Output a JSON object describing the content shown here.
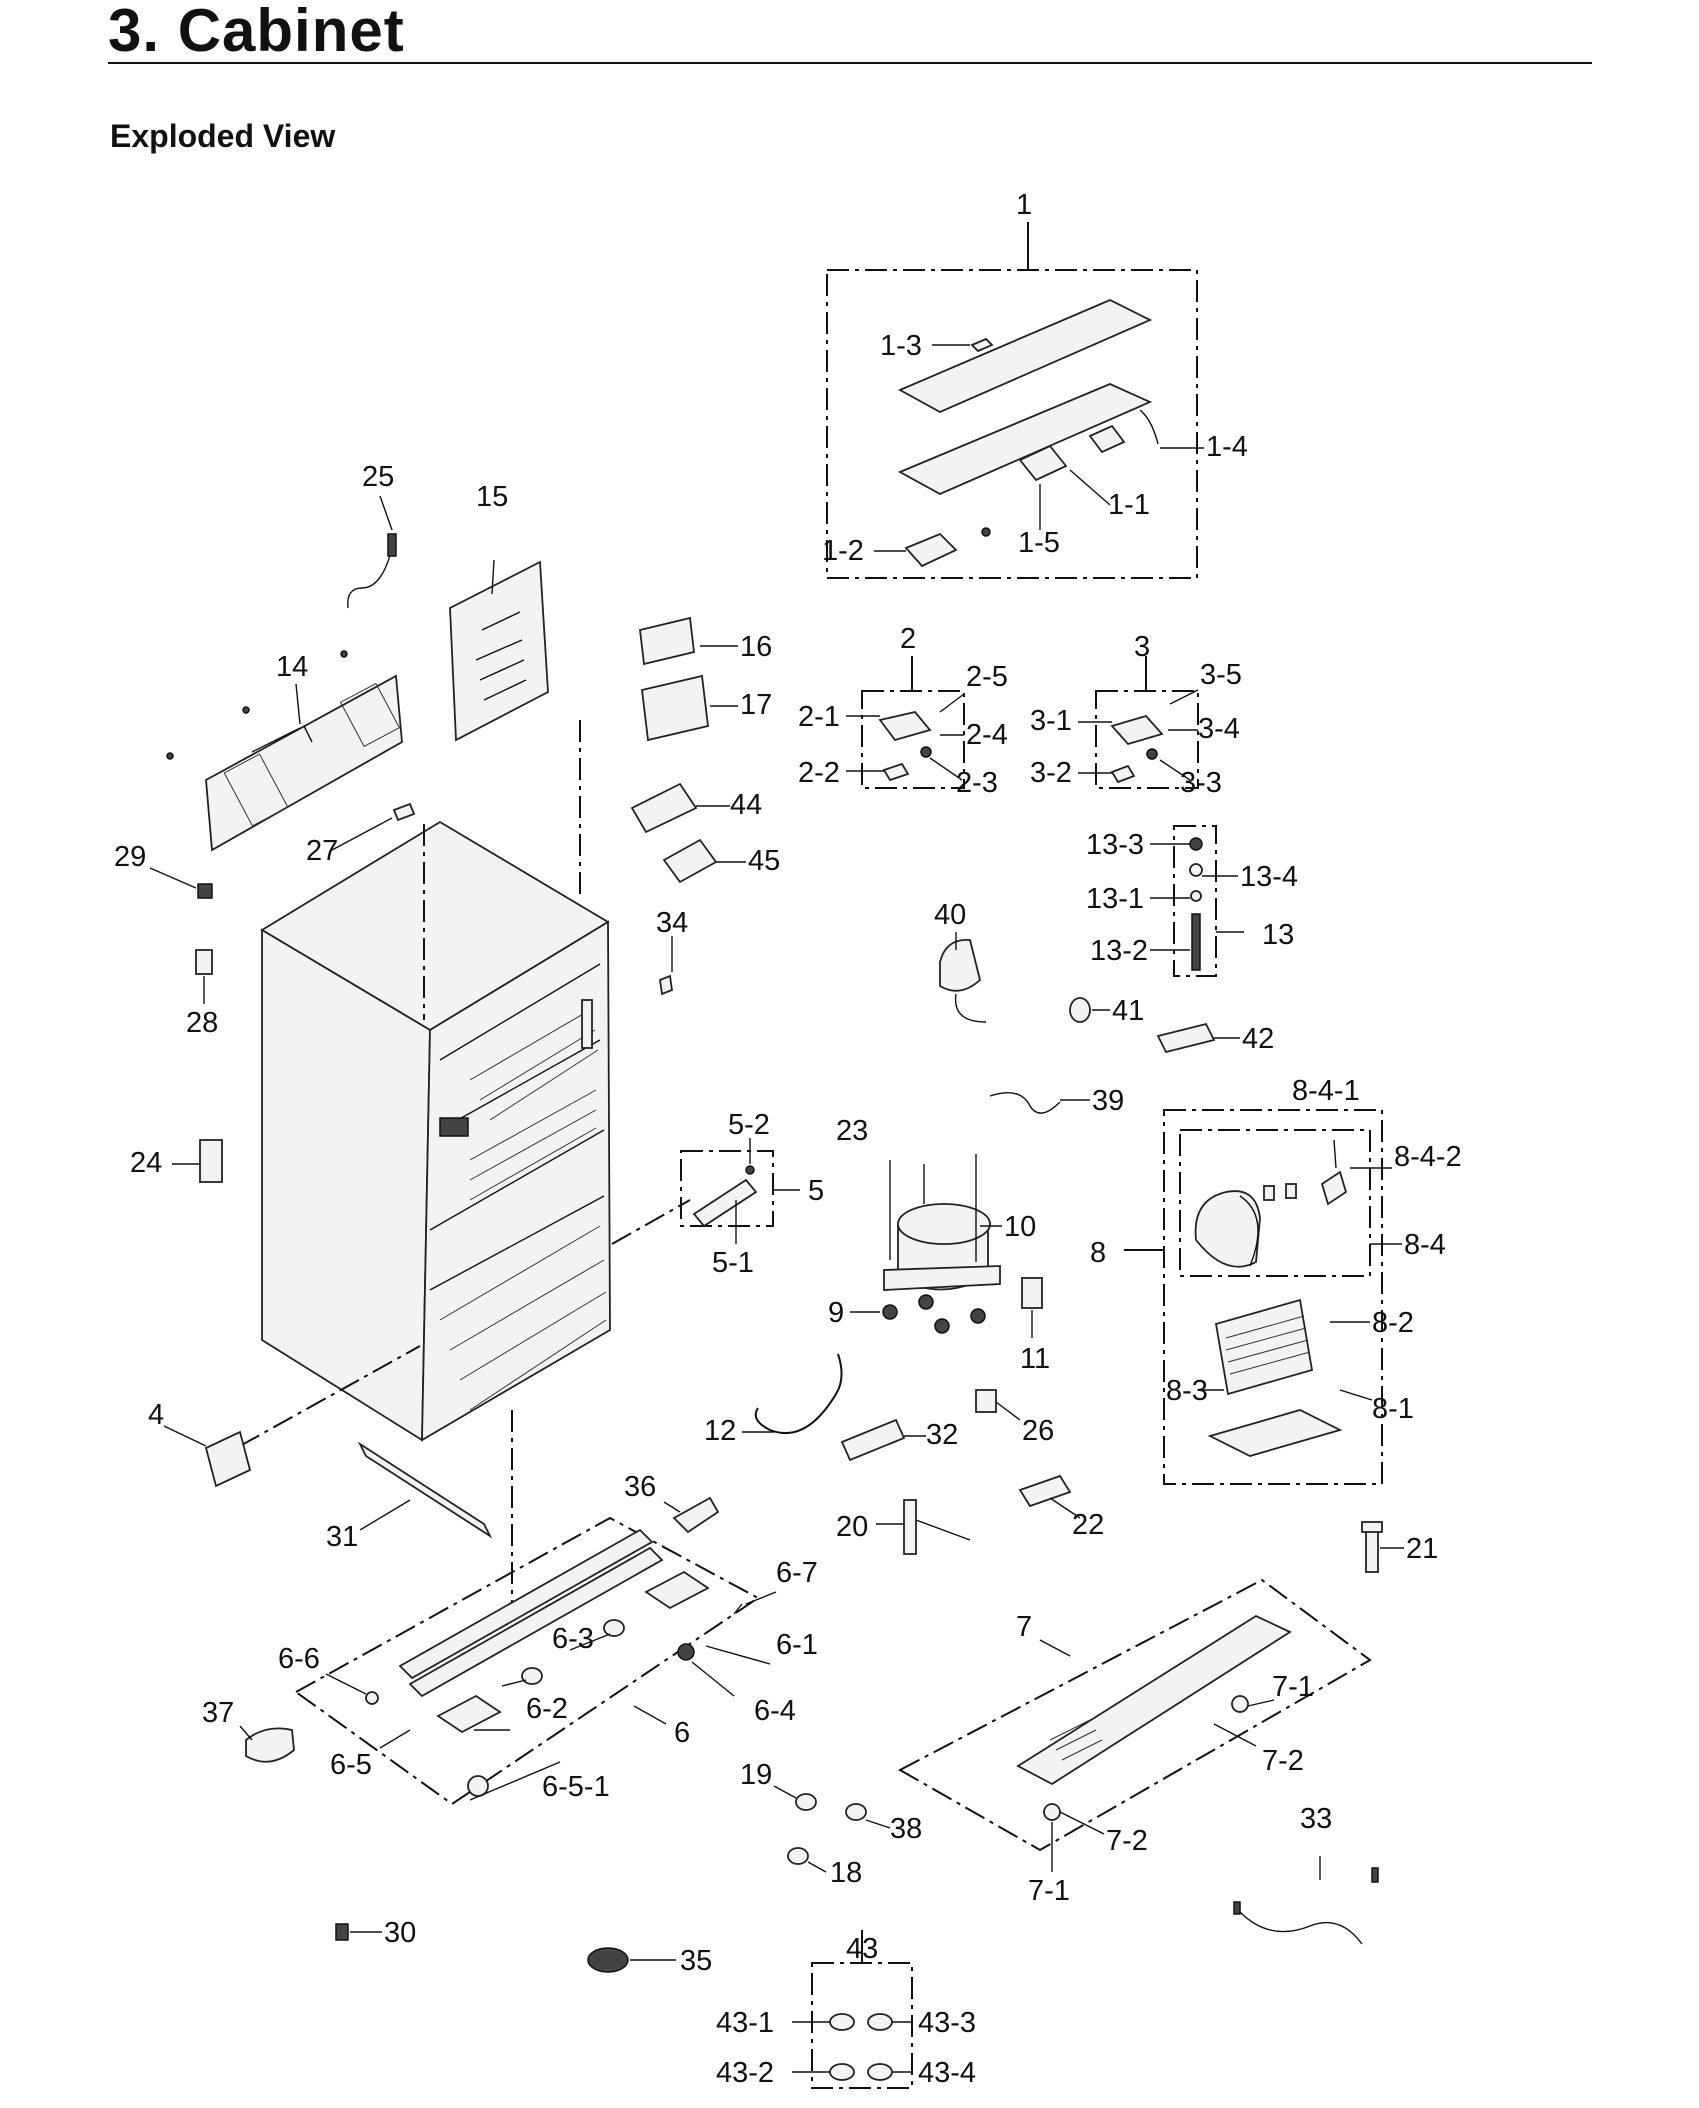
{
  "header": {
    "title": "3.  Cabinet",
    "subtitle": "Exploded View"
  },
  "callouts": {
    "c1": "1",
    "c1_1": "1-1",
    "c1_2": "1-2",
    "c1_3": "1-3",
    "c1_4": "1-4",
    "c1_5": "1-5",
    "c2": "2",
    "c2_1": "2-1",
    "c2_2": "2-2",
    "c2_3": "2-3",
    "c2_4": "2-4",
    "c2_5": "2-5",
    "c3": "3",
    "c3_1": "3-1",
    "c3_2": "3-2",
    "c3_3": "3-3",
    "c3_4": "3-4",
    "c3_5": "3-5",
    "c4": "4",
    "c5": "5",
    "c5_1": "5-1",
    "c5_2": "5-2",
    "c6": "6",
    "c6_1": "6-1",
    "c6_2": "6-2",
    "c6_3": "6-3",
    "c6_4": "6-4",
    "c6_5": "6-5",
    "c6_5_1": "6-5-1",
    "c6_6": "6-6",
    "c6_7": "6-7",
    "c7": "7",
    "c7_1a": "7-1",
    "c7_1b": "7-1",
    "c7_2a": "7-2",
    "c7_2b": "7-2",
    "c8": "8",
    "c8_1": "8-1",
    "c8_2": "8-2",
    "c8_3": "8-3",
    "c8_4": "8-4",
    "c8_4_1": "8-4-1",
    "c8_4_2": "8-4-2",
    "c9": "9",
    "c10": "10",
    "c11": "11",
    "c12": "12",
    "c13": "13",
    "c13_1": "13-1",
    "c13_2": "13-2",
    "c13_3": "13-3",
    "c13_4": "13-4",
    "c14": "14",
    "c15": "15",
    "c16": "16",
    "c17": "17",
    "c18": "18",
    "c19": "19",
    "c20": "20",
    "c21": "21",
    "c22": "22",
    "c23": "23",
    "c24": "24",
    "c25": "25",
    "c26": "26",
    "c27": "27",
    "c28": "28",
    "c29": "29",
    "c30": "30",
    "c31": "31",
    "c32": "32",
    "c33": "33",
    "c34": "34",
    "c35": "35",
    "c36": "36",
    "c37": "37",
    "c38": "38",
    "c39": "39",
    "c40": "40",
    "c41": "41",
    "c42": "42",
    "c43": "43",
    "c43_1": "43-1",
    "c43_2": "43-2",
    "c43_3": "43-3",
    "c43_4": "43-4",
    "c44": "44",
    "c45": "45"
  }
}
